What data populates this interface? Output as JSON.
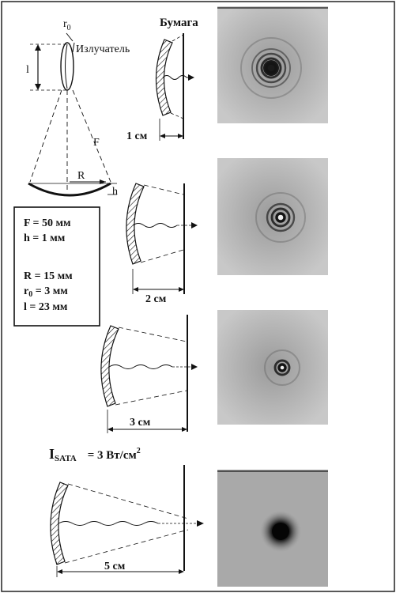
{
  "labels": {
    "r0": "r",
    "r0_sub": "0",
    "emitter": "Излучатель",
    "paper": "Бумага",
    "l": "l",
    "F": "F",
    "R": "R",
    "h": "h"
  },
  "parameters": {
    "F": "F = 50 мм",
    "h": "h = 1 мм",
    "R": "R = 15 мм",
    "r0_main": "r",
    "r0_sub": "0",
    "r0_rest": " = 3 мм",
    "l": "l = 23 мм"
  },
  "distances": [
    "1 см",
    "2 см",
    "3 см",
    "5 см"
  ],
  "intensity": {
    "symbol": "I",
    "subscript": "SATA",
    "value": "= 3 Вт/см",
    "power": "2"
  },
  "patterns": [
    {
      "type": "rings",
      "rings": 4
    },
    {
      "type": "rings-center",
      "rings": 3
    },
    {
      "type": "ring-small",
      "rings": 2
    },
    {
      "type": "spot",
      "rings": 0
    }
  ]
}
